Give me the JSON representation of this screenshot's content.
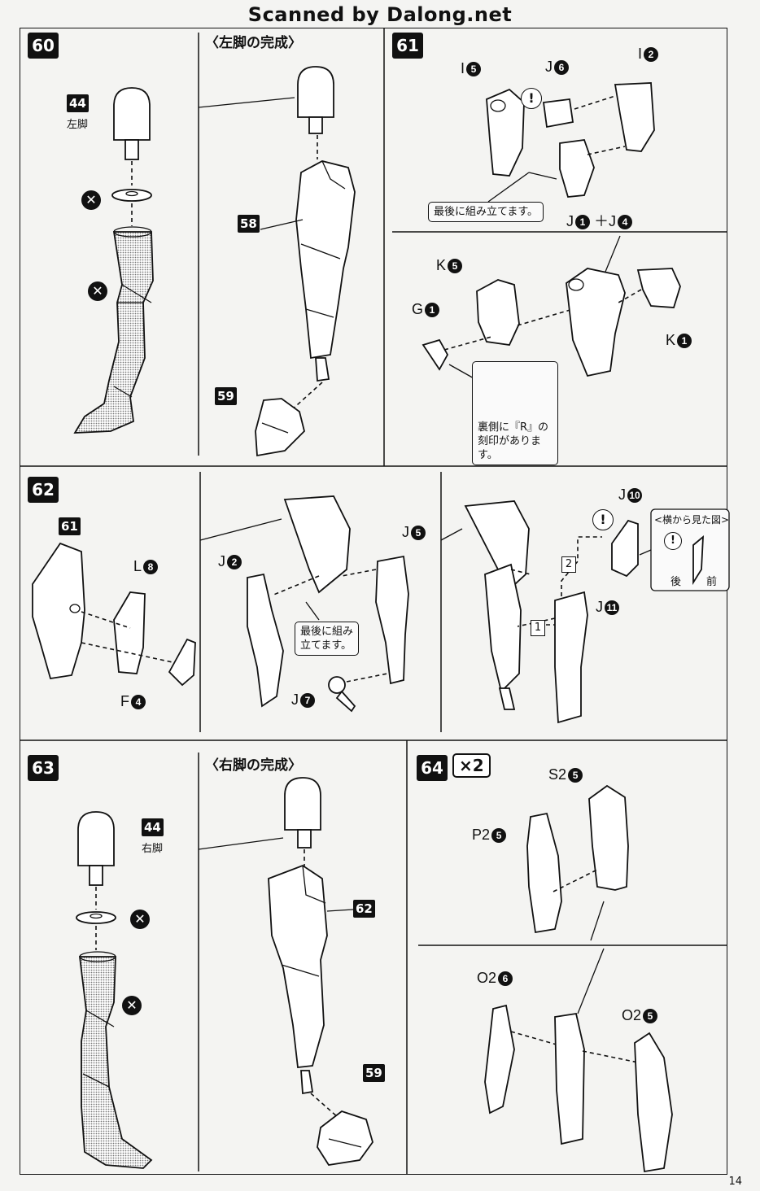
{
  "watermark": "Scanned by Dalong.net",
  "page_number": "14",
  "step60": {
    "number": "60",
    "title": "〈左脚の完成〉",
    "part_chip": "44",
    "part_label": "左脚",
    "ref58": "58",
    "ref59": "59"
  },
  "step61": {
    "number": "61",
    "labels": {
      "i5": "I",
      "j6": "J",
      "i2": "I",
      "j1": "J",
      "j4": "＋J",
      "k5": "K",
      "g1": "G",
      "k1": "K"
    },
    "circles": {
      "i5": "5",
      "j6": "6",
      "i2": "2",
      "j1": "1",
      "j4": "4",
      "k5": "5",
      "g1": "1",
      "k1": "1"
    },
    "note_last": "最後に組み立てます。",
    "note_engraving_1": "裏側に『R』の",
    "note_engraving_2": "刻印があります。",
    "engraving_letter": "R"
  },
  "step62": {
    "number": "62",
    "ref61": "61",
    "labels": {
      "l8": "L",
      "f4": "F",
      "j2": "J",
      "j5": "J",
      "j7": "J",
      "j10": "J",
      "j11": "J"
    },
    "circles": {
      "l8": "8",
      "f4": "4",
      "j2": "2",
      "j5": "5",
      "j7": "7",
      "j10": "10",
      "j11": "11"
    },
    "note_last_1": "最後に組み",
    "note_last_2": "立てます。",
    "side_view_title": "<横から見た図>",
    "side_back": "後",
    "side_front": "前",
    "order1": "1",
    "order2": "2"
  },
  "step63": {
    "number": "63",
    "title": "〈右脚の完成〉",
    "part_chip": "44",
    "part_label": "右脚",
    "ref62": "62",
    "ref59": "59"
  },
  "step64": {
    "number": "64",
    "multiplier": "×2",
    "labels": {
      "s2": "S2",
      "p2": "P2",
      "o2a": "O2",
      "o2b": "O2"
    },
    "circles": {
      "s2": "5",
      "p2": "5",
      "o2a": "6",
      "o2b": "5"
    }
  }
}
